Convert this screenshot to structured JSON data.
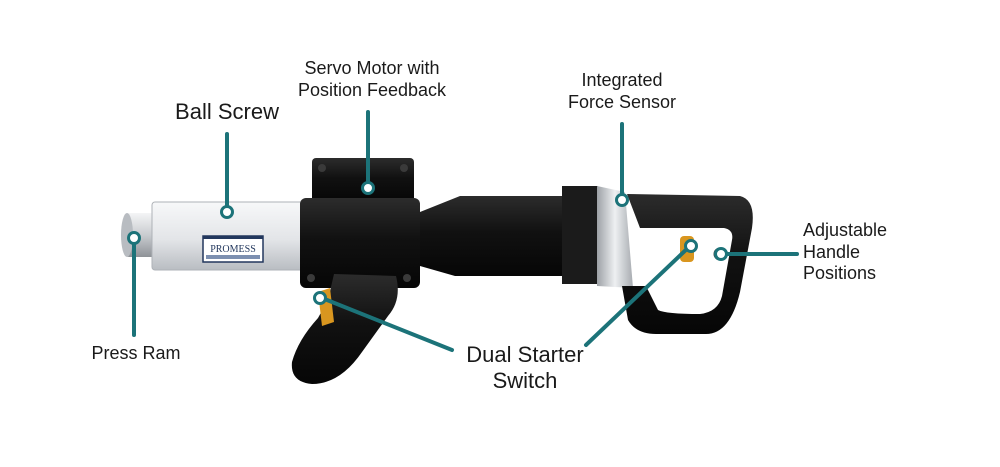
{
  "callouts": {
    "ball_screw": {
      "lines": [
        "Ball Screw"
      ]
    },
    "servo_motor": {
      "lines": [
        "Servo Motor with",
        "Position Feedback"
      ]
    },
    "force_sensor": {
      "lines": [
        "Integrated",
        "Force Sensor"
      ]
    },
    "handle": {
      "lines": [
        "Adjustable",
        "Handle",
        "Positions"
      ]
    },
    "press_ram": {
      "lines": [
        "Press Ram"
      ]
    },
    "starter_switch": {
      "lines": [
        "Dual Starter",
        "Switch"
      ]
    }
  },
  "device_label": "PROMESS",
  "colors": {
    "leader": "#1c7379",
    "body_black": "#121212",
    "silver": "#e2e4e6",
    "switch_orange": "#d9961f"
  }
}
